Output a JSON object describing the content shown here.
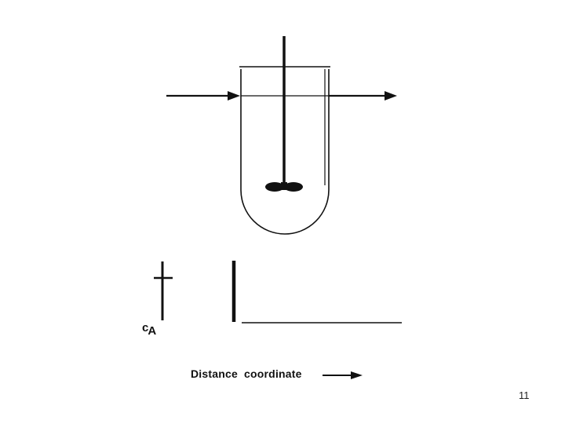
{
  "diagram": {
    "ca_label_main": "c",
    "ca_label_sub": "A",
    "distance_label": "Distance coordinate"
  },
  "slide": {
    "number": "11"
  },
  "colors": {
    "ink": "#111111",
    "vessel_fill": "#ffffff",
    "background": "#ffffff"
  }
}
